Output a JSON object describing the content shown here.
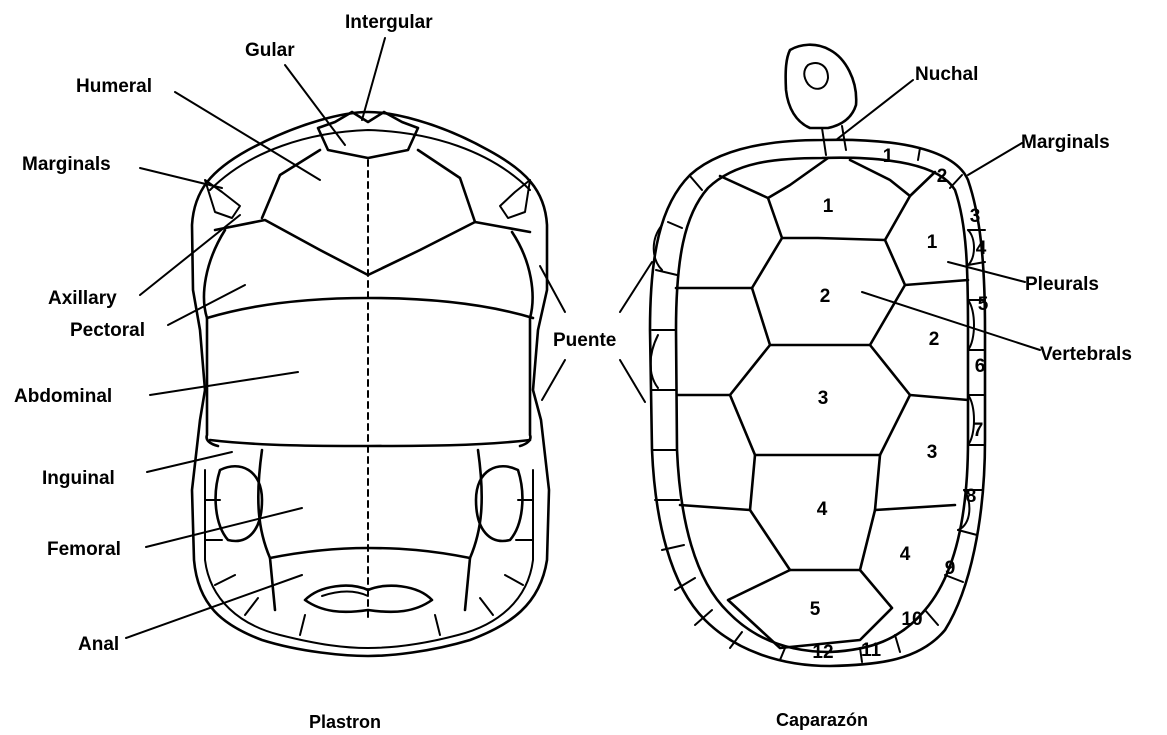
{
  "plastron": {
    "caption": "Plastron",
    "labels": {
      "intergular": "Intergular",
      "gular": "Gular",
      "humeral": "Humeral",
      "marginals": "Marginals",
      "axillary": "Axillary",
      "pectoral": "Pectoral",
      "abdominal": "Abdominal",
      "inguinal": "Inguinal",
      "femoral": "Femoral",
      "anal": "Anal"
    }
  },
  "bridge_label": "Puente",
  "carapace": {
    "caption": "Caparazón",
    "labels": {
      "nuchal": "Nuchal",
      "marginals": "Marginals",
      "pleurals": "Pleurals",
      "vertebrals": "Vertebrals"
    },
    "vertebral_numbers": [
      "1",
      "2",
      "3",
      "4",
      "5"
    ],
    "pleural_numbers": [
      "1",
      "2",
      "3",
      "4"
    ],
    "marginal_numbers": [
      "1",
      "2",
      "3",
      "4",
      "5",
      "6",
      "7",
      "8",
      "9",
      "10",
      "11",
      "12"
    ]
  }
}
